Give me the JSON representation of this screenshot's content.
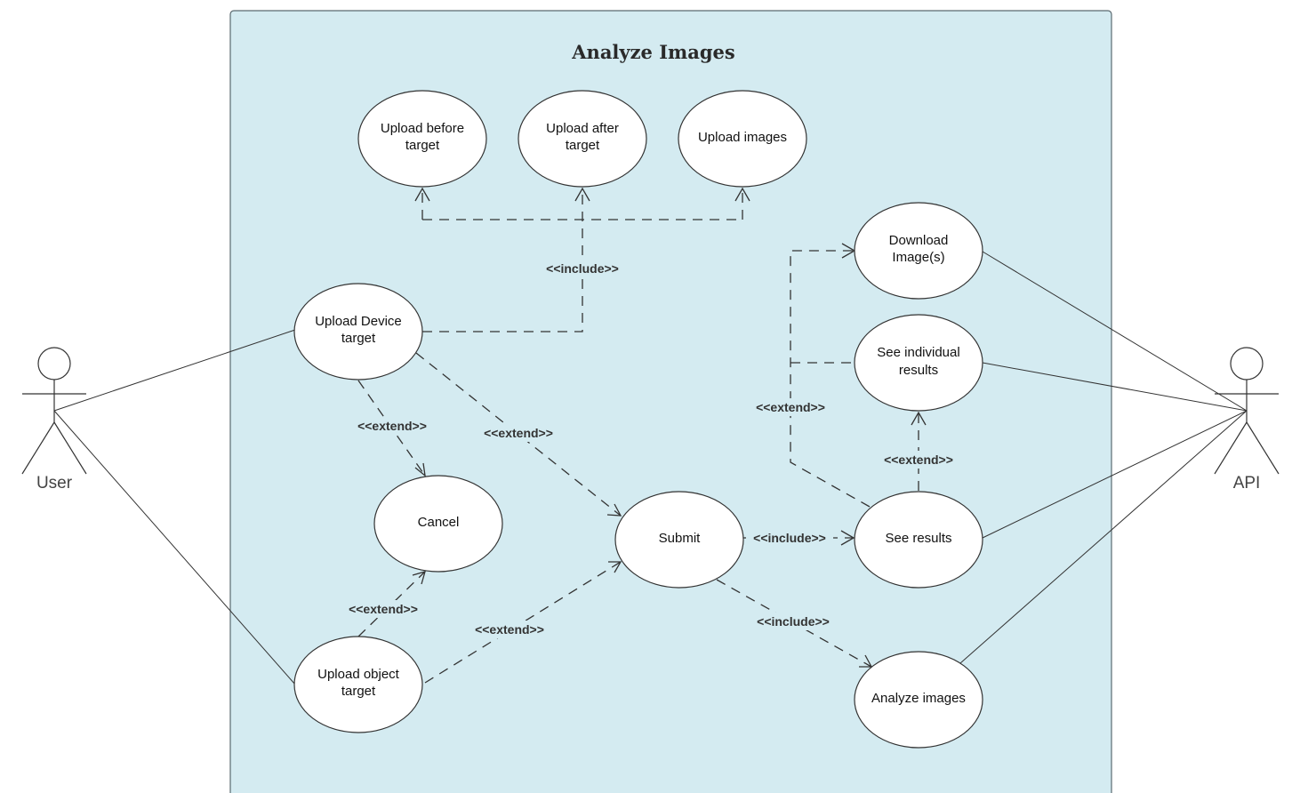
{
  "title": "Analyze Images",
  "colors": {
    "boundary_fill": "#d4ebf1",
    "boundary_stroke": "#5a6a70",
    "line": "#333333"
  },
  "actors": [
    {
      "id": "user",
      "label": "User"
    },
    {
      "id": "api",
      "label": "API"
    }
  ],
  "use_cases": [
    {
      "id": "upload_before",
      "lines": [
        "Upload before",
        "target"
      ]
    },
    {
      "id": "upload_after",
      "lines": [
        "Upload after",
        "target"
      ]
    },
    {
      "id": "upload_images",
      "lines": [
        "Upload images"
      ]
    },
    {
      "id": "upload_device",
      "lines": [
        "Upload Device",
        "target"
      ]
    },
    {
      "id": "cancel",
      "lines": [
        "Cancel"
      ]
    },
    {
      "id": "upload_object",
      "lines": [
        "Upload object",
        "target"
      ]
    },
    {
      "id": "submit",
      "lines": [
        "Submit"
      ]
    },
    {
      "id": "download",
      "lines": [
        "Download",
        "Image(s)"
      ]
    },
    {
      "id": "individual",
      "lines": [
        "See individual",
        "results"
      ]
    },
    {
      "id": "see_results",
      "lines": [
        "See results"
      ]
    },
    {
      "id": "analyze",
      "lines": [
        "Analyze images"
      ]
    }
  ],
  "relations": [
    {
      "id": "include_uploads",
      "label": "<<include>>"
    },
    {
      "id": "extend_device_cancel",
      "label": "<<extend>>"
    },
    {
      "id": "extend_device_submit",
      "label": "<<extend>>"
    },
    {
      "id": "extend_object_cancel",
      "label": "<<extend>>"
    },
    {
      "id": "extend_object_submit",
      "label": "<<extend>>"
    },
    {
      "id": "include_submit_results",
      "label": "<<include>>"
    },
    {
      "id": "include_submit_analyze",
      "label": "<<include>>"
    },
    {
      "id": "extend_results_individual",
      "label": "<<extend>>"
    },
    {
      "id": "extend_results_download",
      "label": "<<extend>>"
    }
  ]
}
